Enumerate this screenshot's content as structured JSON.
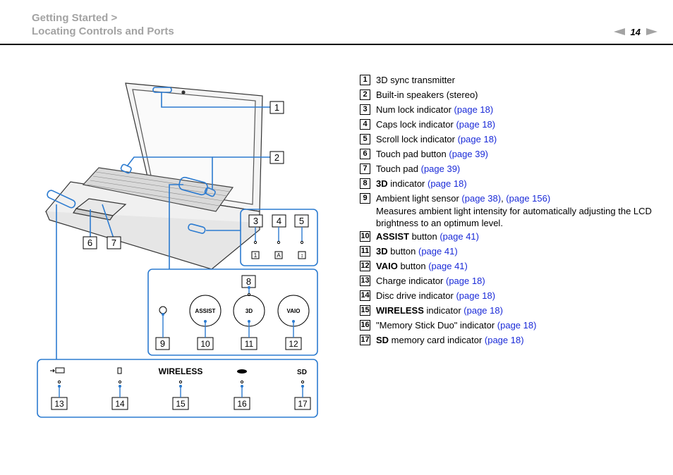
{
  "header": {
    "breadcrumb_line1": "Getting Started >",
    "breadcrumb_line2": "Locating Controls and Ports",
    "page_number": "14"
  },
  "figure": {
    "callouts": [
      "1",
      "2",
      "3",
      "4",
      "5",
      "6",
      "7",
      "8",
      "9",
      "10",
      "11",
      "12",
      "13",
      "14",
      "15",
      "16",
      "17"
    ],
    "button_labels": {
      "assist": "ASSIST",
      "three_d": "3D",
      "vaio": "VAIO"
    },
    "indicator_labels": {
      "wireless": "WIRELESS",
      "sd": "SD"
    },
    "lock_glyphs": {
      "num": "1",
      "caps": "A",
      "scroll": "↕"
    }
  },
  "legend": [
    {
      "num": "1",
      "prefix": "",
      "bold": "",
      "text": "3D sync transmitter",
      "links": []
    },
    {
      "num": "2",
      "prefix": "",
      "bold": "",
      "text": "Built-in speakers (stereo)",
      "links": []
    },
    {
      "num": "3",
      "prefix": "",
      "bold": "",
      "text": "Num lock indicator ",
      "links": [
        "(page 18)"
      ]
    },
    {
      "num": "4",
      "prefix": "",
      "bold": "",
      "text": "Caps lock indicator ",
      "links": [
        "(page 18)"
      ]
    },
    {
      "num": "5",
      "prefix": "",
      "bold": "",
      "text": "Scroll lock indicator ",
      "links": [
        "(page 18)"
      ]
    },
    {
      "num": "6",
      "prefix": "",
      "bold": "",
      "text": "Touch pad button ",
      "links": [
        "(page 39)"
      ]
    },
    {
      "num": "7",
      "prefix": "",
      "bold": "",
      "text": "Touch pad ",
      "links": [
        "(page 39)"
      ]
    },
    {
      "num": "8",
      "prefix": "",
      "bold": "3D",
      "text": " indicator ",
      "links": [
        "(page 18)"
      ]
    },
    {
      "num": "9",
      "prefix": "",
      "bold": "",
      "text": "Ambient light sensor ",
      "links": [
        "(page 38)",
        "(page 156)"
      ],
      "note": "Measures ambient light intensity for automatically adjusting the LCD brightness to an optimum level."
    },
    {
      "num": "10",
      "prefix": "",
      "bold": "ASSIST",
      "text": " button ",
      "links": [
        "(page 41)"
      ]
    },
    {
      "num": "11",
      "prefix": "",
      "bold": "3D",
      "text": " button ",
      "links": [
        "(page 41)"
      ]
    },
    {
      "num": "12",
      "prefix": "",
      "bold": "VAIO",
      "text": " button ",
      "links": [
        "(page 41)"
      ]
    },
    {
      "num": "13",
      "prefix": "",
      "bold": "",
      "text": "Charge indicator ",
      "links": [
        "(page 18)"
      ]
    },
    {
      "num": "14",
      "prefix": "",
      "bold": "",
      "text": "Disc drive indicator ",
      "links": [
        "(page 18)"
      ]
    },
    {
      "num": "15",
      "prefix": "",
      "bold": "WIRELESS",
      "text": " indicator ",
      "links": [
        "(page 18)"
      ]
    },
    {
      "num": "16",
      "prefix": "",
      "bold": "",
      "text": "\"Memory Stick Duo\" indicator ",
      "links": [
        "(page 18)"
      ]
    },
    {
      "num": "17",
      "prefix": "",
      "bold": "SD",
      "text": " memory card indicator ",
      "links": [
        "(page 18)"
      ]
    }
  ],
  "colors": {
    "callout_blue": "#2c7bd0",
    "link_blue": "#1a2ad8",
    "header_gray": "#a3a3a3"
  }
}
